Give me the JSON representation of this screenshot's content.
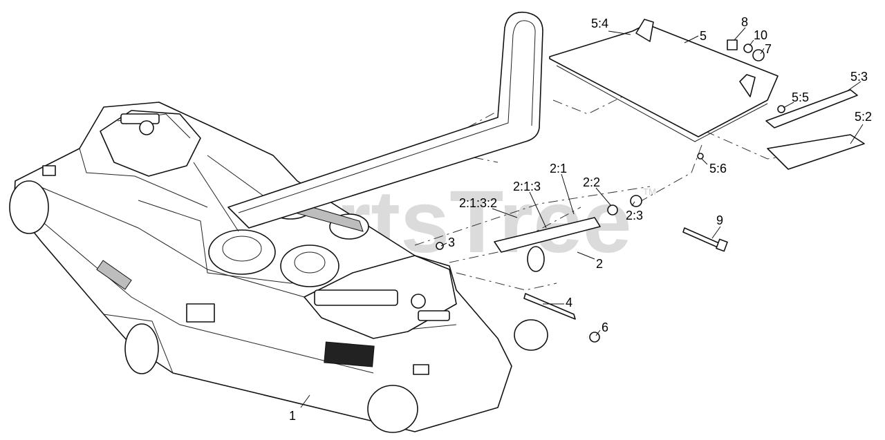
{
  "watermark": {
    "text": "PartsTree",
    "trademark": "TM"
  },
  "labels": [
    {
      "id": "1",
      "text": "1"
    },
    {
      "id": "2",
      "text": "2"
    },
    {
      "id": "2_1",
      "text": "2:1"
    },
    {
      "id": "2_1_3",
      "text": "2:1:3"
    },
    {
      "id": "2_1_3_2",
      "text": "2:1:3:2"
    },
    {
      "id": "2_2",
      "text": "2:2"
    },
    {
      "id": "2_3",
      "text": "2:3"
    },
    {
      "id": "3",
      "text": "3"
    },
    {
      "id": "4",
      "text": "4"
    },
    {
      "id": "5",
      "text": "5"
    },
    {
      "id": "5_2",
      "text": "5:2"
    },
    {
      "id": "5_3",
      "text": "5:3"
    },
    {
      "id": "5_4",
      "text": "5:4"
    },
    {
      "id": "5_5",
      "text": "5:5"
    },
    {
      "id": "5_6",
      "text": "5:6"
    },
    {
      "id": "6",
      "text": "6"
    },
    {
      "id": "7",
      "text": "7"
    },
    {
      "id": "8",
      "text": "8"
    },
    {
      "id": "9",
      "text": "9"
    },
    {
      "id": "10",
      "text": "10"
    }
  ]
}
